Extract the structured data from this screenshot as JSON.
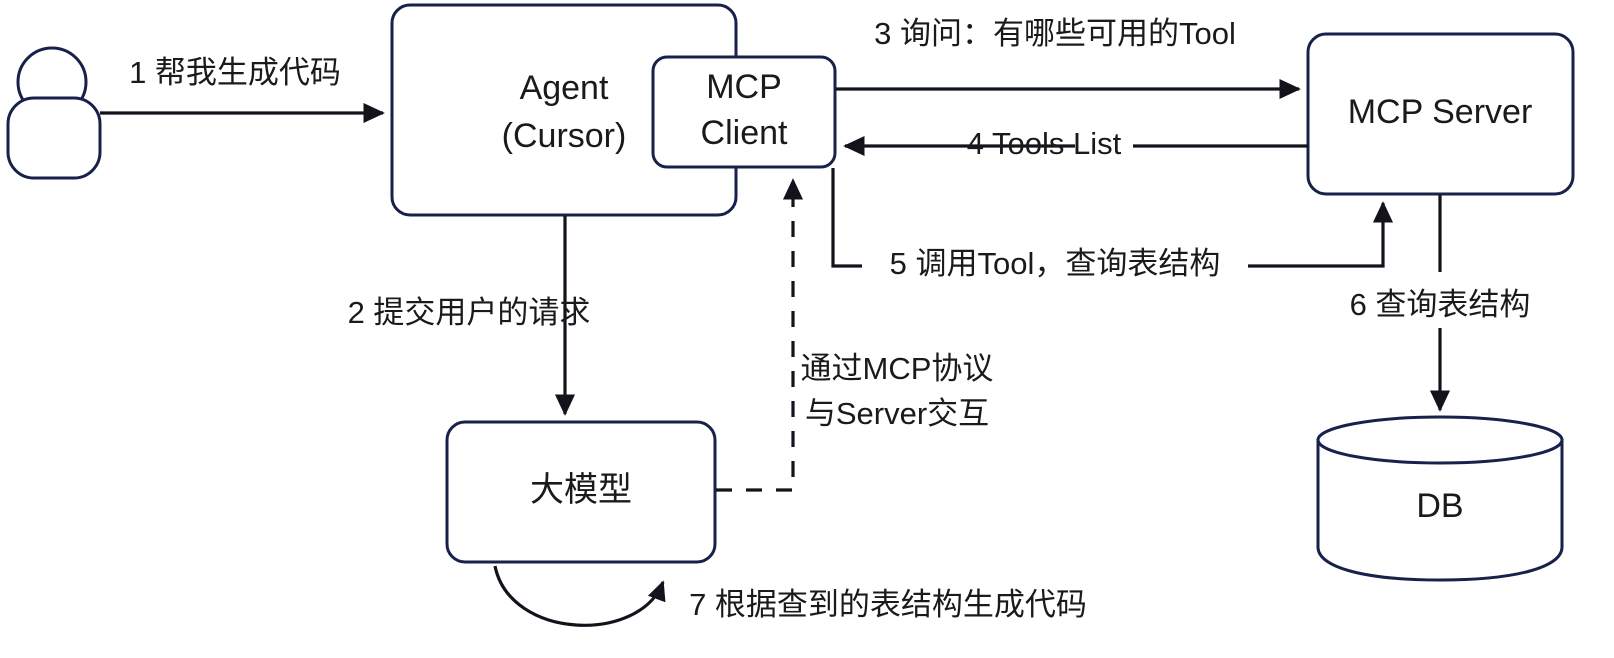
{
  "diagram": {
    "title": "MCP Agent Flow",
    "colors": {
      "node_stroke": "#18214a",
      "edge_stroke": "#13131c",
      "text": "#1a1a1a",
      "background": "#ffffff"
    },
    "nodes": {
      "user": {
        "icon": "person-icon",
        "label": ""
      },
      "agent": {
        "label_line1": "Agent",
        "label_line2": "(Cursor)"
      },
      "mcp_client": {
        "label_line1": "MCP",
        "label_line2": "Client"
      },
      "mcp_server": {
        "label": "MCP Server"
      },
      "llm": {
        "label": "大模型"
      },
      "db": {
        "label": "DB"
      }
    },
    "edges": [
      {
        "id": "step1",
        "label": "1 帮我生成代码",
        "from": "user",
        "to": "agent"
      },
      {
        "id": "step2",
        "label": "2 提交用户的请求",
        "from": "agent",
        "to": "llm"
      },
      {
        "id": "step3",
        "label": "3 询问：有哪些可用的Tool",
        "from": "mcp_client",
        "to": "mcp_server"
      },
      {
        "id": "step4",
        "label": "4 Tools List",
        "from": "mcp_server",
        "to": "mcp_client"
      },
      {
        "id": "step5",
        "label": "5 调用Tool，查询表结构",
        "from": "mcp_client",
        "to": "mcp_server"
      },
      {
        "id": "step6",
        "label": "6 查询表结构",
        "from": "mcp_server",
        "to": "db"
      },
      {
        "id": "step7",
        "label": "7 根据查到的表结构生成代码",
        "from": "llm",
        "to": "llm"
      },
      {
        "id": "protocol",
        "label_line1": "通过MCP协议",
        "label_line2": "与Server交互",
        "from": "llm",
        "to": "mcp_client",
        "style": "dashed"
      }
    ]
  }
}
